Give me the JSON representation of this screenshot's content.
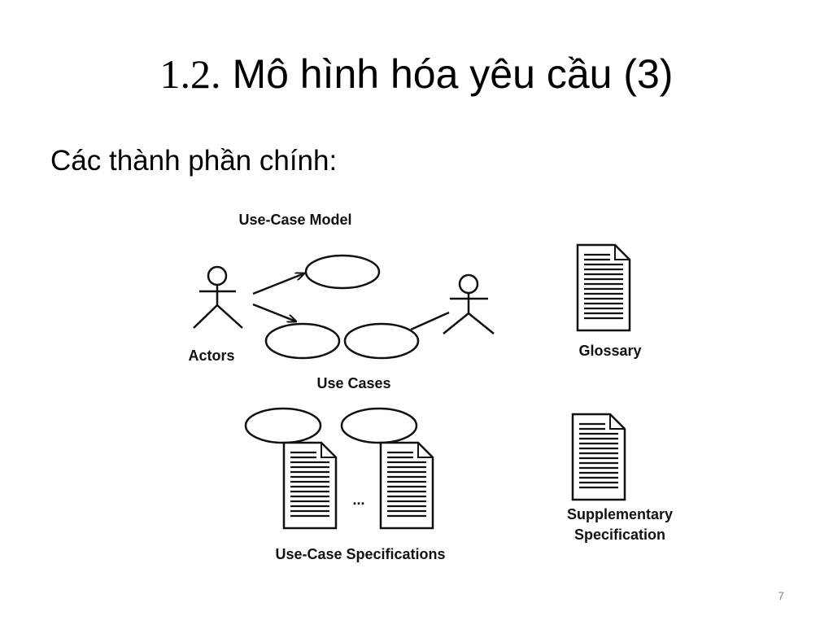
{
  "slide": {
    "title_number": "1.2.",
    "title_text": " Mô hình hóa yêu cầu (3)",
    "subtitle": "Các thành phần chính:",
    "page_number": "7"
  },
  "diagram": {
    "use_case_model_label": "Use-Case Model",
    "actors_label": "Actors",
    "use_cases_label": "Use Cases",
    "glossary_label": "Glossary",
    "ellipsis": "...",
    "use_case_specifications_label": "Use-Case Specifications",
    "supplementary_line1": "Supplementary",
    "supplementary_line2": "Specification"
  }
}
